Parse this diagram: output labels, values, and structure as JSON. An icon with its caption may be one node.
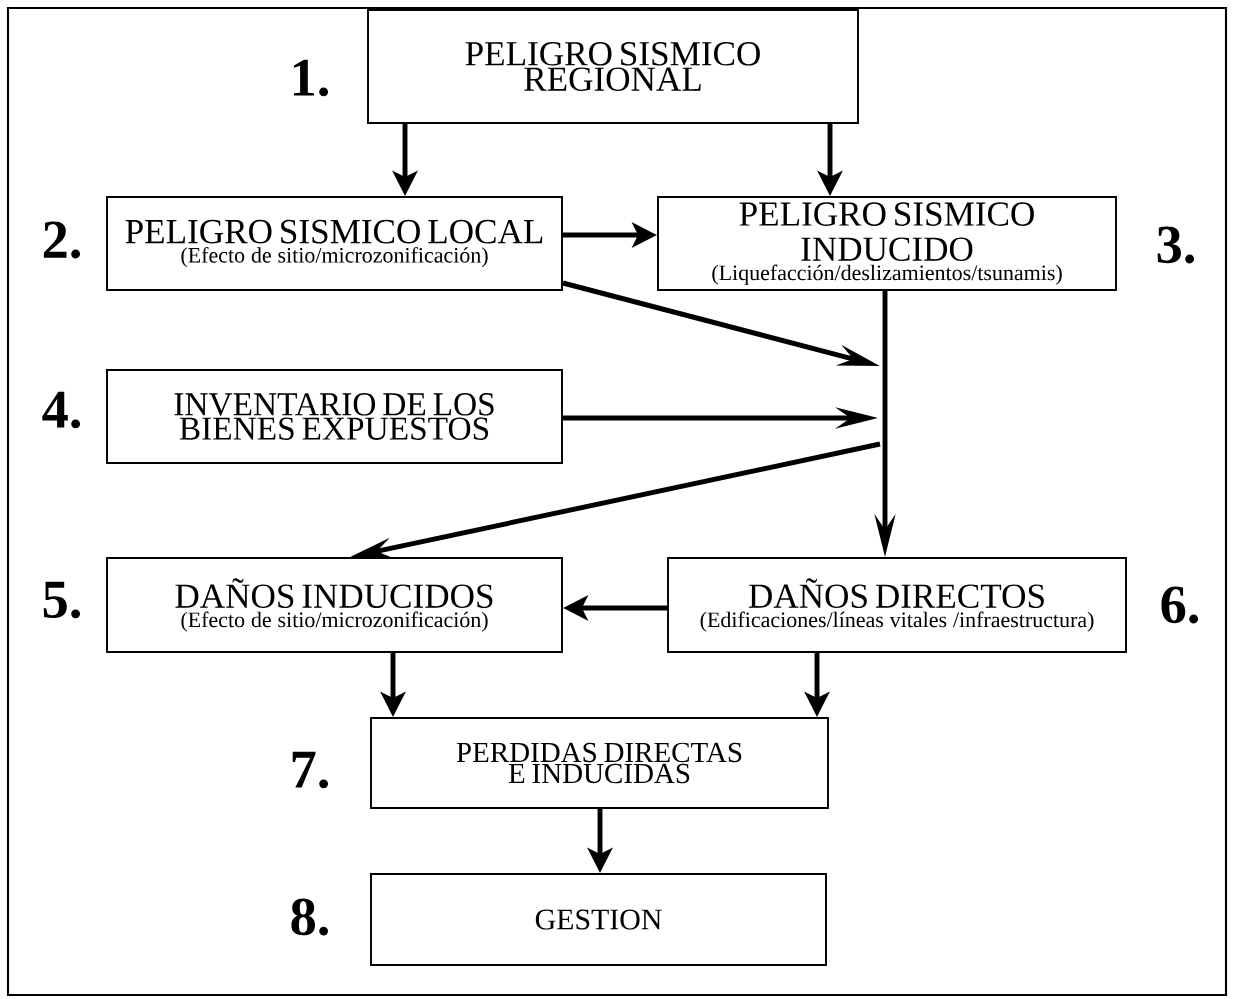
{
  "diagram": {
    "nodes": [
      {
        "text": [
          "PELIGRO SISMICO REGIONAL"
        ],
        "beside": [
          "1."
        ]
      },
      {
        "text": [
          "PELIGRO SISMICO LOCAL",
          "(Efecto de sitio/microzonificación)"
        ],
        "beside": [
          "2."
        ]
      },
      {
        "text": [
          "PELIGRO SISMICO INDUCIDO",
          "(Liquefacción/deslizamientos/tsunamis)"
        ],
        "beside": [
          "3."
        ]
      },
      {
        "text": [
          "INVENTARIO DE LOS BIENES EXPUESTOS"
        ],
        "beside": [
          "4."
        ]
      },
      {
        "text": [
          "DAÑOS INDUCIDOS",
          "(Efecto de sitio/microzonificación)"
        ],
        "beside": [
          "5."
        ]
      },
      {
        "text": [
          "DAÑOS DIRECTOS",
          "(Edificaciones/líneas vitales /infraestructura)"
        ],
        "beside": [
          "6."
        ]
      },
      {
        "text": [
          "PERDIDAS DIRECTAS E INDUCIDAS"
        ],
        "beside": [
          "7."
        ]
      },
      {
        "text": [
          "GESTION"
        ],
        "beside": [
          "8."
        ]
      }
    ],
    "edges": [
      {
        "from": 0,
        "to": 1,
        "arrow": "to"
      },
      {
        "from": 0,
        "to": 2,
        "arrow": "to"
      },
      {
        "from": 1,
        "to": 2,
        "arrow": "to"
      },
      {
        "from": 2,
        "to": 5,
        "arrow": "to"
      },
      {
        "from": 1,
        "to": null,
        "arrow": "to"
      },
      {
        "from": 3,
        "to": null,
        "arrow": "to"
      },
      {
        "from": null,
        "to": 4,
        "arrow": "to"
      },
      {
        "from": 5,
        "to": 4,
        "arrow": "to"
      },
      {
        "from": 4,
        "to": 6,
        "arrow": "to"
      },
      {
        "from": 5,
        "to": 6,
        "arrow": "to"
      },
      {
        "from": 6,
        "to": 7,
        "arrow": "to"
      }
    ]
  }
}
